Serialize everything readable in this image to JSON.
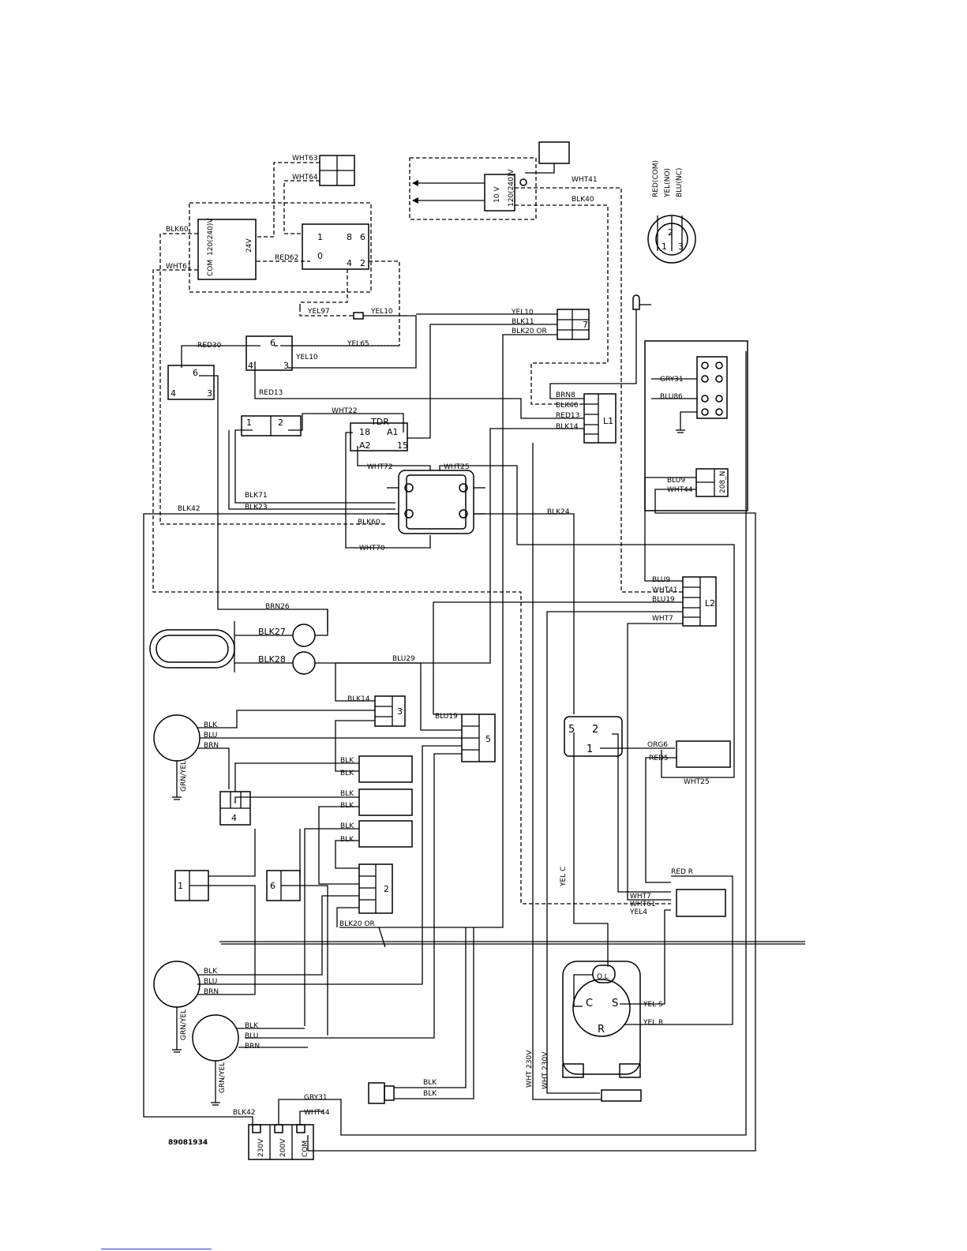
{
  "diagram_id": "89081934",
  "wires": {
    "wht63": "WHT63",
    "wht64": "WHT64",
    "blk60": "BLK60",
    "wht61": "WHT61",
    "red62": "RED62",
    "yel97": "YEL97",
    "yel10": "YEL10",
    "yel65": "YEL65",
    "red30": "RED30",
    "red13": "RED13",
    "wht22": "WHT22",
    "wht72": "WHT72",
    "wht25": "WHT25",
    "blk71": "BLK71",
    "blk23": "BLK23",
    "blk42": "BLK42",
    "blk24": "BLK24",
    "wht70": "WHT70",
    "wht41": "WHT41",
    "blk40": "BLK40",
    "blk11": "BLK11",
    "blk20_or": "BLK20  OR",
    "gry31": "GRY31",
    "blu86": "BLU86",
    "brn8": "BRN8",
    "blk14": "BLK14",
    "blu9": "BLU9",
    "wht44": "WHT44",
    "blu19": "BLU19",
    "wht7": "WHT7",
    "brn26": "BRN26",
    "blk27": "BLK27",
    "blk28": "BLK28",
    "blu29": "BLU29",
    "org6": "ORG6",
    "red5": "RED5",
    "yel_c": "YEL  C",
    "red_r": "RED  R",
    "wht61b": "WHT61",
    "yel4": "YEL4",
    "yel_s": "YEL  S",
    "yel_r": "YEL  R",
    "wht_230v": "WHT  230V",
    "blk": "BLK",
    "blu": "BLU",
    "brn": "BRN",
    "grn_yel": "GRN/YEL"
  },
  "components": {
    "relay_24v": "24V",
    "relay_120v": "120(240)V",
    "relay_com": "COM",
    "xfmr_10v": "10 V",
    "xfmr_120v": "120(240)V",
    "tdr": "TDR",
    "tdr_18": "18",
    "tdr_a1": "A1",
    "tdr_a2": "A2",
    "tdr_15": "15",
    "l1": "L1",
    "l2": "L2",
    "term_208": "208_N",
    "pin_1": "1",
    "pin_2": "2",
    "pin_3": "3",
    "pin_4": "4",
    "pin_5": "5",
    "pin_6": "6",
    "pin_7": "7",
    "pin_8": "8",
    "pin_0": "0",
    "thermostat_red": "RED(COM)",
    "thermostat_yel": "YEL(NO)",
    "thermostat_blu": "BLU(NC)",
    "ol": "O.L",
    "comp_c": "C",
    "comp_s": "S",
    "comp_r": "R",
    "v230": "230V",
    "v200": "200V",
    "com": "COM"
  }
}
